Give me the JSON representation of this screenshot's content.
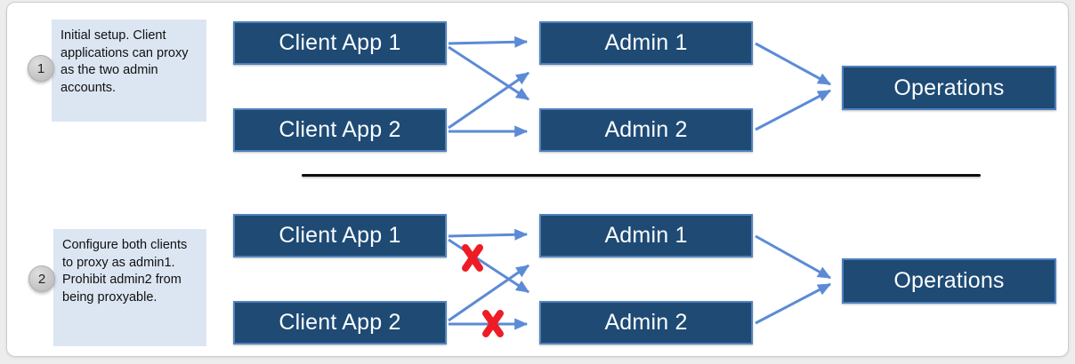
{
  "colors": {
    "box_fill": "#1e4a74",
    "box_border": "#4f81bd",
    "arrow": "#5b8bd5",
    "note_bg": "#dce6f2",
    "blocked_x": "#ee1c24",
    "divider": "#0d0d0d",
    "panel_border": "#c9ced4"
  },
  "nodes": {
    "client_app_1": "Client App 1",
    "client_app_2": "Client App 2",
    "admin_1": "Admin 1",
    "admin_2": "Admin 2",
    "operations": "Operations"
  },
  "sections": [
    {
      "badge": "1",
      "note": "Initial setup. Client applications can proxy as the two admin accounts.",
      "connections": [
        {
          "from": "Client App 1",
          "to": "Admin 1",
          "blocked": false
        },
        {
          "from": "Client App 1",
          "to": "Admin 2",
          "blocked": false
        },
        {
          "from": "Client App 2",
          "to": "Admin 1",
          "blocked": false
        },
        {
          "from": "Client App 2",
          "to": "Admin 2",
          "blocked": false
        },
        {
          "from": "Admin 1",
          "to": "Operations",
          "blocked": false
        },
        {
          "from": "Admin 2",
          "to": "Operations",
          "blocked": false
        }
      ]
    },
    {
      "badge": "2",
      "note": "Configure both clients to proxy as admin1. Prohibit admin2 from being proxyable.",
      "connections": [
        {
          "from": "Client App 1",
          "to": "Admin 1",
          "blocked": false
        },
        {
          "from": "Client App 1",
          "to": "Admin 2",
          "blocked": true
        },
        {
          "from": "Client App 2",
          "to": "Admin 1",
          "blocked": false
        },
        {
          "from": "Client App 2",
          "to": "Admin 2",
          "blocked": true
        },
        {
          "from": "Admin 1",
          "to": "Operations",
          "blocked": false
        },
        {
          "from": "Admin 2",
          "to": "Operations",
          "blocked": false
        }
      ]
    }
  ]
}
